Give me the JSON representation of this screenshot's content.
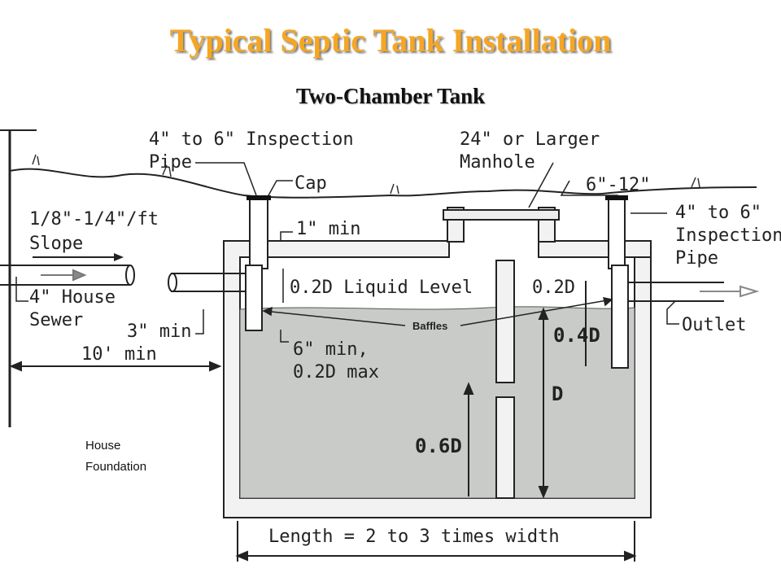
{
  "title": "Typical Septic Tank Installation",
  "subtitle": "Two-Chamber Tank",
  "labels": {
    "inspection_pipe_left_1": "4\" to 6\" Inspection",
    "inspection_pipe_left_2": "Pipe",
    "manhole_1": "24\" or Larger",
    "manhole_2": "Manhole",
    "cap": "Cap",
    "clearance": "6\"-12\"",
    "inspection_pipe_right_1": "4\" to 6\"",
    "inspection_pipe_right_2": "Inspection",
    "inspection_pipe_right_3": "Pipe",
    "slope_1": "1/8\"-1/4\"/ft",
    "slope_2": "Slope",
    "one_inch_min": "1\" min",
    "liquid_level": "0.2D Liquid Level",
    "liquid_level_right": "0.2D",
    "house_sewer_1": "4\" House",
    "house_sewer_2": "Sewer",
    "three_inch_min": "3\" min",
    "ten_ft_min": "10' min",
    "baffles": "Baffles",
    "outlet": "Outlet",
    "baffle_depth_1": "6\" min,",
    "baffle_depth_2": "0.2D max",
    "depth_04": "0.4D",
    "depth_d": "D",
    "depth_06": "0.6D",
    "house_foundation_1": "House",
    "house_foundation_2": "Foundation",
    "length": "Length = 2 to 3 times width"
  },
  "colors": {
    "title": "#f5a623",
    "sludge_fill": "#c9cbc9",
    "concrete": "#f2f2f2",
    "line": "#222222"
  }
}
